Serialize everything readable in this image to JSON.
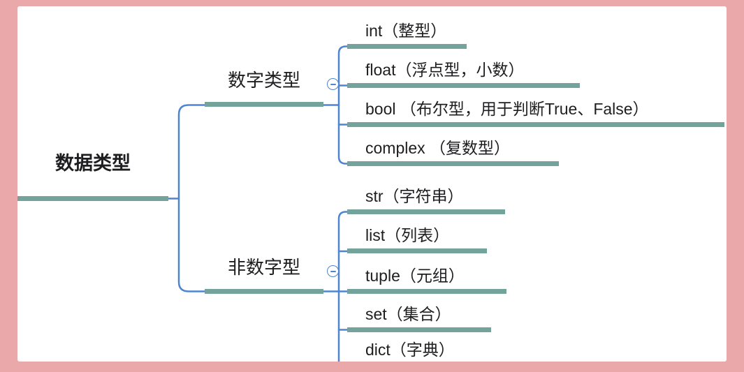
{
  "colors": {
    "frame_pink": "#eba8ab",
    "panel_white": "#ffffff",
    "connector_blue": "#4e84d0",
    "underline_teal": "#73a39b",
    "text": "#1e1e20"
  },
  "icons": {
    "collapse": "minus-circle"
  },
  "mindmap": {
    "root": {
      "label": "数据类型"
    },
    "branches": [
      {
        "label": "数字类型",
        "collapse_icon": "minus-circle",
        "children": [
          {
            "label": "int（整型）"
          },
          {
            "label": "float（浮点型，小数）"
          },
          {
            "label": "bool （布尔型，用于判断True、False）"
          },
          {
            "label": "complex （复数型）"
          }
        ]
      },
      {
        "label": "非数字型",
        "collapse_icon": "minus-circle",
        "children": [
          {
            "label": "str（字符串）"
          },
          {
            "label": "list（列表）"
          },
          {
            "label": "tuple（元组）"
          },
          {
            "label": "set（集合）"
          },
          {
            "label": "dict（字典）"
          }
        ]
      }
    ]
  }
}
